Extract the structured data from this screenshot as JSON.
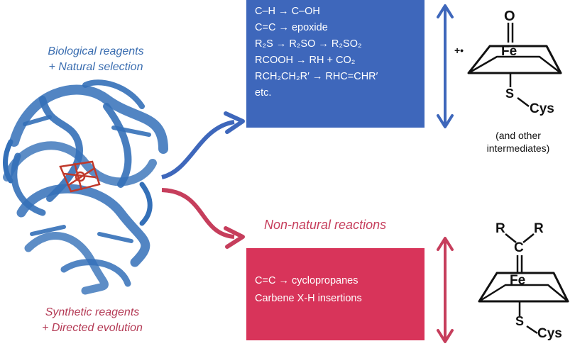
{
  "captions": {
    "biological_line1": "Biological reagents",
    "biological_line2": "+ Natural selection",
    "synthetic_line1": "Synthetic reagents",
    "synthetic_line2": "+ Directed evolution",
    "non_natural": "Non-natural reactions"
  },
  "natural_box": {
    "lines": [
      "C–H → C–OH",
      "C=C → epoxide",
      "R₂S → R₂SO → R₂SO₂",
      "RCOOH → RH + CO₂",
      "RCH₂CH₂R′ → RHC=CHR′",
      "etc."
    ]
  },
  "nonnatural_box": {
    "lines": [
      "C=C → cyclopropanes",
      "Carbene X-H insertions"
    ]
  },
  "oxo_structure": {
    "o": "O",
    "fe": "Fe",
    "radical": "+•",
    "s": "S",
    "cys": "Cys",
    "note_line1": "(and other",
    "note_line2": "intermediates)"
  },
  "carbene_structure": {
    "r_left": "R",
    "c": "C",
    "r_right": "R",
    "fe": "Fe",
    "s": "S",
    "cys": "Cys"
  },
  "colors": {
    "blue": "#3e67bb",
    "red": "#d8345a",
    "protein": "#3470b8",
    "heme": "#c0392b"
  }
}
